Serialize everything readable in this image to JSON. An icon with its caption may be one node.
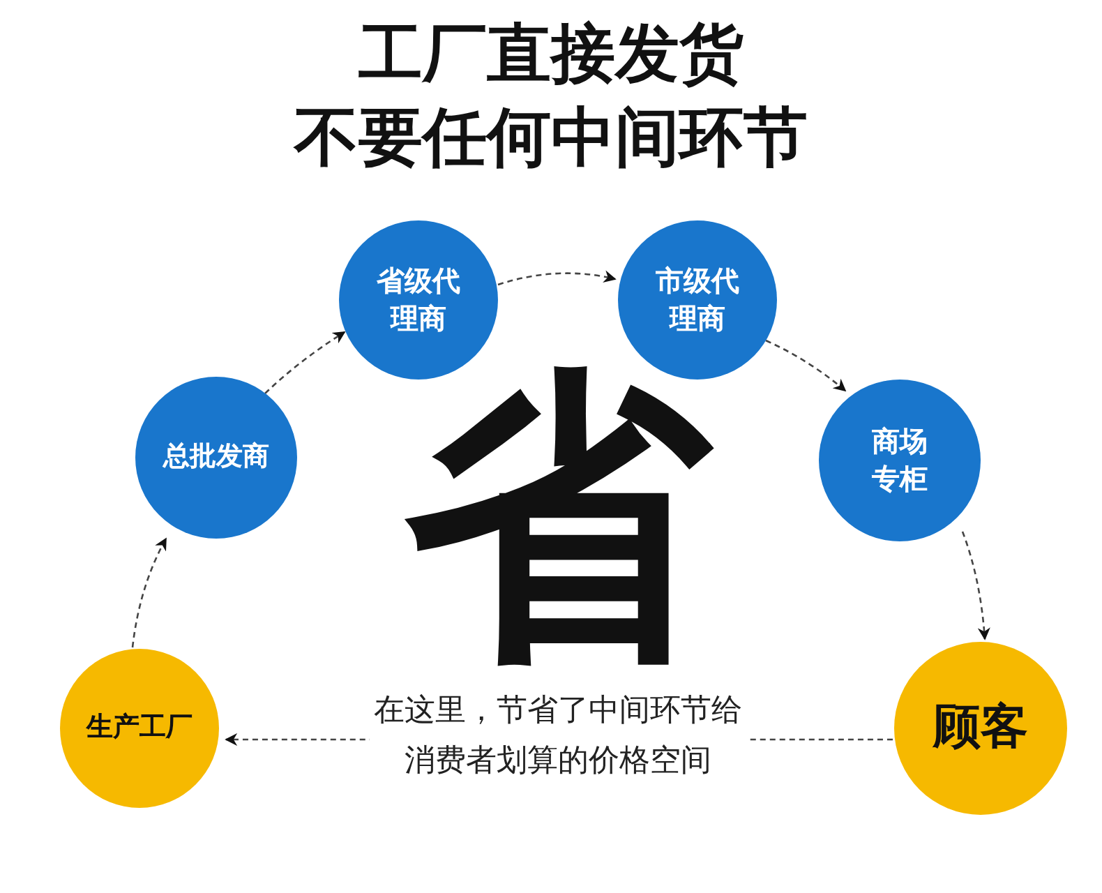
{
  "diagram": {
    "title": "工厂直接发货",
    "nodes": [
      {
        "text": [
          "生产工厂"
        ]
      },
      {
        "text": [
          "总批发商"
        ]
      },
      {
        "text": [
          "省级代理商"
        ]
      },
      {
        "text": [
          "市级代理商"
        ]
      },
      {
        "text": [
          "商场专柜"
        ]
      },
      {
        "text": [
          "顾客"
        ]
      }
    ],
    "edges": [
      {
        "from": 0,
        "to": 1,
        "arrow": "to",
        "style": "dashed"
      },
      {
        "from": 1,
        "to": 2,
        "arrow": "to",
        "style": "dashed"
      },
      {
        "from": 2,
        "to": 3,
        "arrow": "to",
        "style": "dashed"
      },
      {
        "from": 3,
        "to": 4,
        "arrow": "to",
        "style": "dashed"
      },
      {
        "from": 4,
        "to": 5,
        "arrow": "to",
        "style": "dashed"
      },
      {
        "from": 5,
        "to": 0,
        "arrow": "to",
        "style": "dashed",
        "label": "在这里，节省了中间环节给消费者划算的价格空间"
      }
    ],
    "labels": [
      "不要任何中间环节",
      "省"
    ]
  }
}
